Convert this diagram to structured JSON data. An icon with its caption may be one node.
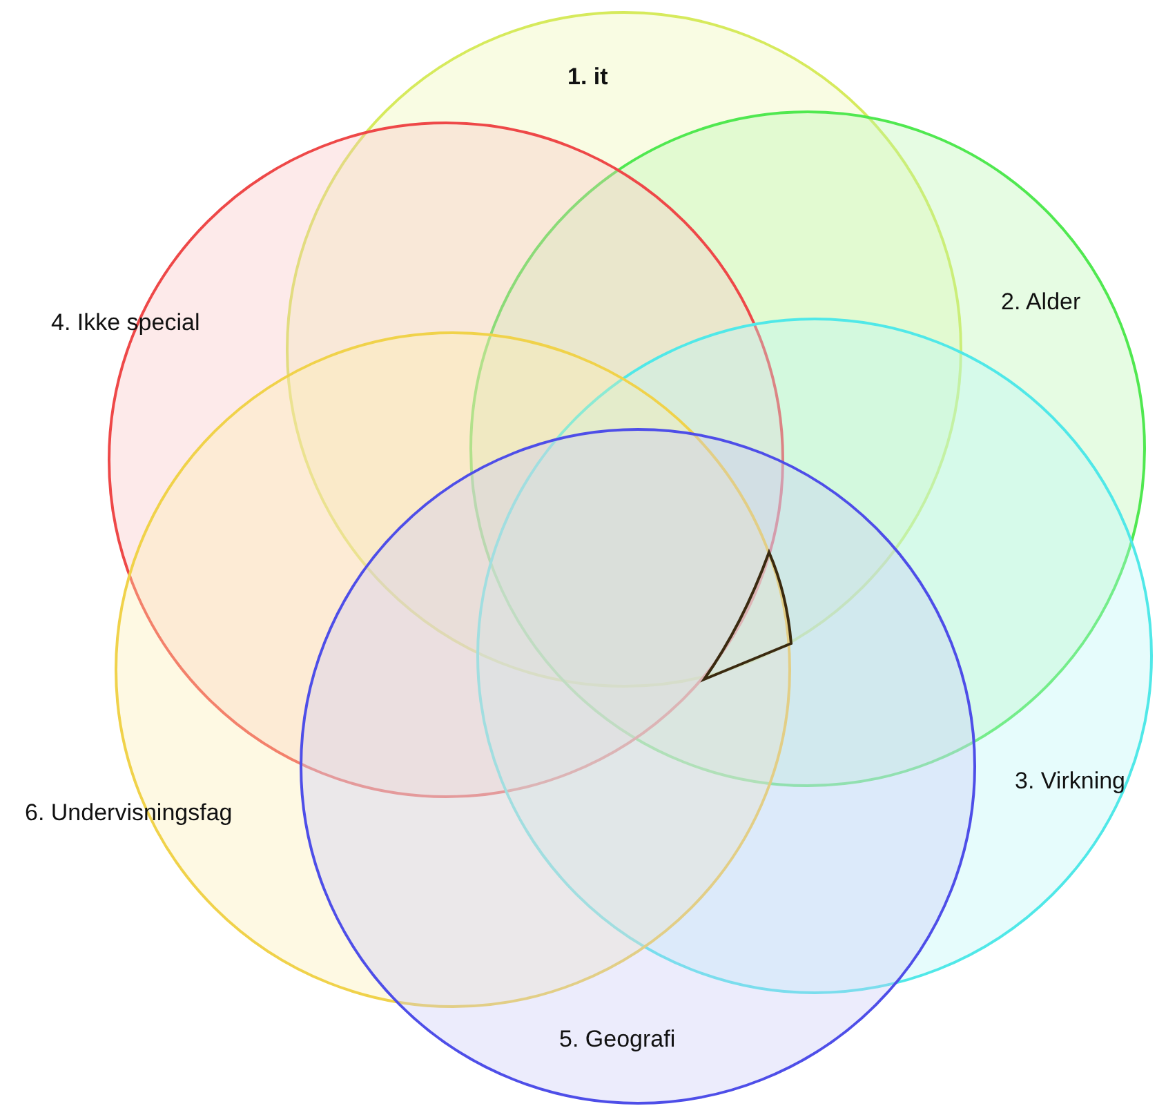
{
  "diagram": {
    "nodes": [
      {
        "text": [
          "1. it"
        ]
      },
      {
        "text": [
          "2. Alder"
        ]
      },
      {
        "text": [
          "4. Ikke special"
        ]
      },
      {
        "text": [
          "3. Virkning"
        ]
      },
      {
        "text": [
          "6. Undervisningsfag"
        ]
      },
      {
        "text": [
          "5. Geografi"
        ]
      }
    ]
  }
}
